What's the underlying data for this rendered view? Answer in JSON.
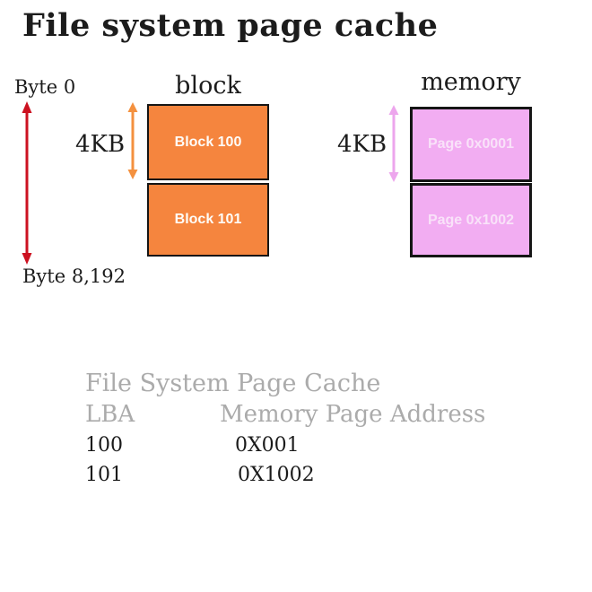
{
  "page": {
    "title": "File system page cache"
  },
  "disk": {
    "heading": "block",
    "byte_start_label": "Byte 0",
    "byte_end_label": "Byte 8,192",
    "size_label": "4KB",
    "blocks": [
      {
        "label": "Block 100"
      },
      {
        "label": "Block 101"
      }
    ]
  },
  "memory": {
    "heading": "memory",
    "size_label": "4KB",
    "pages": [
      {
        "label": "Page 0x0001"
      },
      {
        "label": "Page 0x1002"
      }
    ]
  },
  "table": {
    "title": "File System Page Cache",
    "col1_header": "LBA",
    "col2_header": "Memory Page Address",
    "rows": [
      [
        "100",
        "0X001"
      ],
      [
        "101",
        "0X1002"
      ]
    ]
  },
  "colors": {
    "red_arrow": "#cc1120",
    "orange_arrow": "#f4913f",
    "orange_block": "#f5853e",
    "pink_arrow": "#eda6ed",
    "pink_page": "#f2adf2",
    "box_border": "#151515",
    "gray_text": "#ababab",
    "black_text": "#1b1b1b"
  }
}
